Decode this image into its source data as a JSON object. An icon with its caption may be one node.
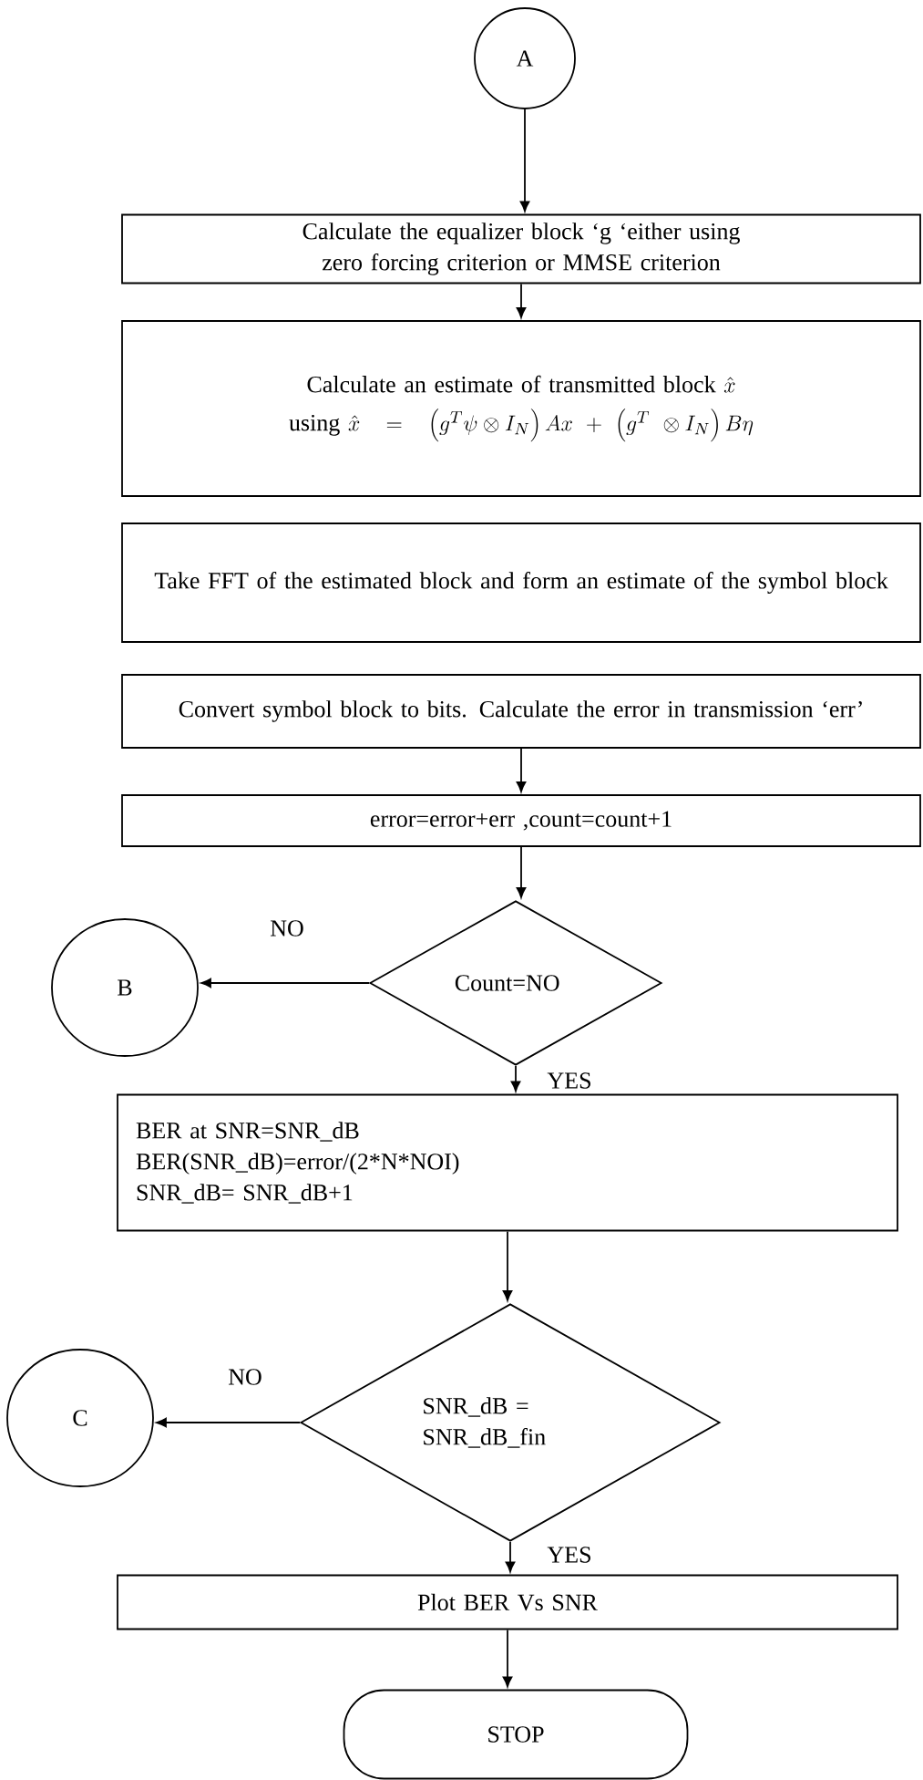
{
  "diagram": {
    "nodes": [
      {
        "text": [
          "A"
        ]
      },
      {
        "text": [
          "Calculate the equalizer block ‘g ‘either using zero forcing criterion or MMSE criterion"
        ]
      },
      {
        "text": [
          "Calculate an estimate of transmitted block",
          "\\hat{x}",
          "using",
          "\\hat{x}=\\left(g^{T}\\psi\\otimes I_{N}\\right)Ax+\\left(g^{T}\\ \\otimes I_{N}\\right)B\\eta"
        ]
      },
      {
        "text": [
          "Take FFT of the estimated block and form an estimate of the symbol block"
        ]
      },
      {
        "text": [
          "Convert symbol block to bits. Calculate the error in transmission ‘err’"
        ]
      },
      {
        "text": [
          "error=error+err ,count=count+1"
        ]
      },
      {
        "text": [
          "Count=NO"
        ]
      },
      {
        "text": [
          "B"
        ]
      },
      {
        "text": [
          "BER at SNR=SNR_dB",
          "BER(SNR_dB)=error/(2*N*NOI)",
          "SNR_dB= SNR_dB+1"
        ]
      },
      {
        "text": [
          "SNR_dB = SNR_dB_fin"
        ]
      },
      {
        "text": [
          "C"
        ]
      },
      {
        "text": [
          "Plot BER Vs SNR"
        ]
      },
      {
        "text": [
          "STOP"
        ]
      }
    ],
    "edges": [
      {
        "from": 0,
        "to": 1,
        "arrow": "to"
      },
      {
        "from": 1,
        "to": 2,
        "arrow": "to"
      },
      {
        "from": 4,
        "to": 5,
        "arrow": "to"
      },
      {
        "from": 5,
        "to": 6,
        "arrow": "to"
      },
      {
        "from": 6,
        "to": 7,
        "arrow": "to",
        "label": "NO"
      },
      {
        "from": 6,
        "to": 8,
        "arrow": "to",
        "label": "YES"
      },
      {
        "from": 8,
        "to": 9,
        "arrow": "to"
      },
      {
        "from": 9,
        "to": 10,
        "arrow": "to",
        "label": "NO"
      },
      {
        "from": 9,
        "to": 11,
        "arrow": "to",
        "label": "YES"
      },
      {
        "from": 11,
        "to": 12,
        "arrow": "to"
      }
    ]
  }
}
